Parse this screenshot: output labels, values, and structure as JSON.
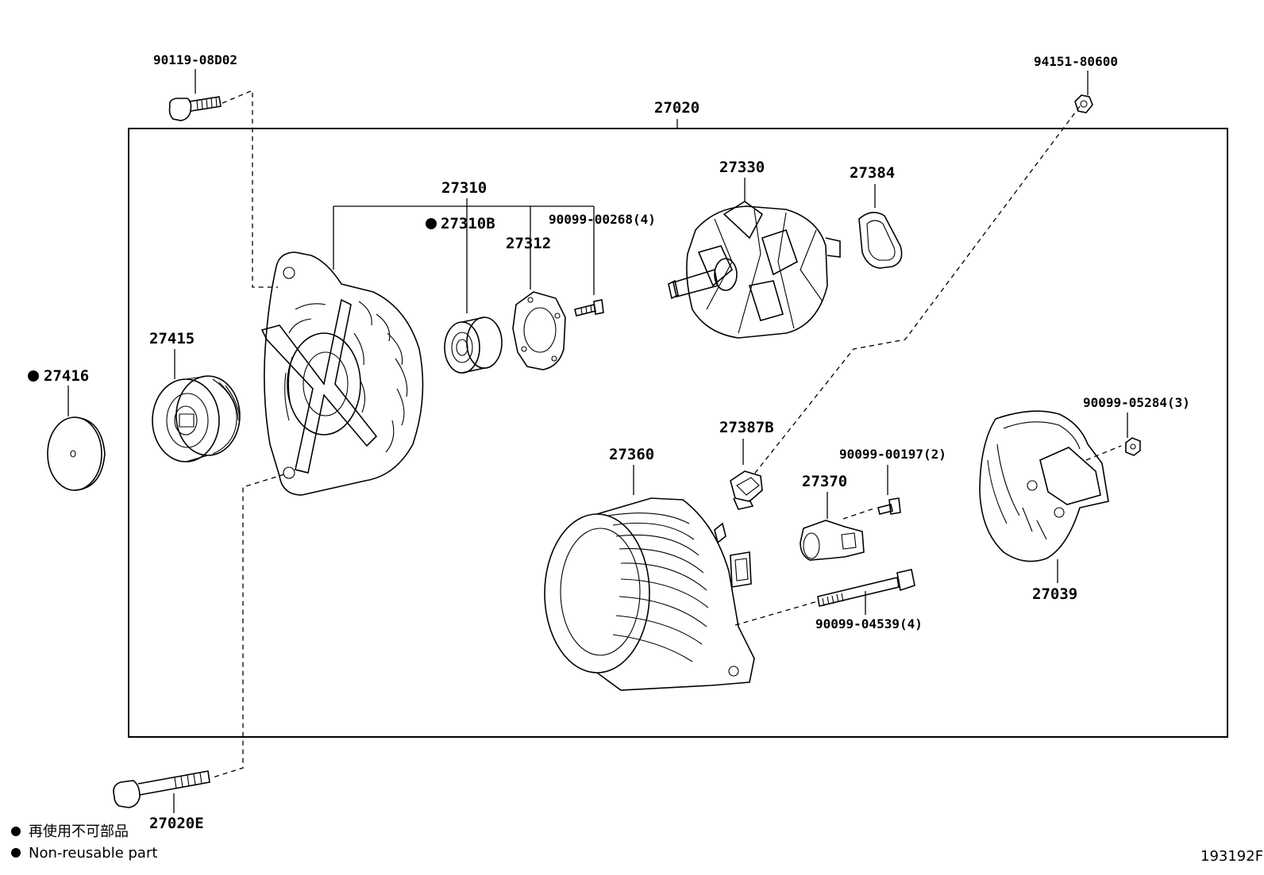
{
  "labels": {
    "p90119": "90119-08D02",
    "p94151": "94151-80600",
    "p27020": "27020",
    "p27310": "27310",
    "p27310B": "27310B",
    "p90099_00268": "90099-00268(4)",
    "p27312": "27312",
    "p27330": "27330",
    "p27384": "27384",
    "p27415": "27415",
    "p27416": "27416",
    "p27387B": "27387B",
    "p27360": "27360",
    "p90099_00197": "90099-00197(2)",
    "p27370": "27370",
    "p90099_05284": "90099-05284(3)",
    "p27039": "27039",
    "p90099_04539": "90099-04539(4)",
    "p27020E": "27020E"
  },
  "legend": {
    "jp": "再使用不可部品",
    "en": "Non-reusable part"
  },
  "figure_id": "193192F"
}
